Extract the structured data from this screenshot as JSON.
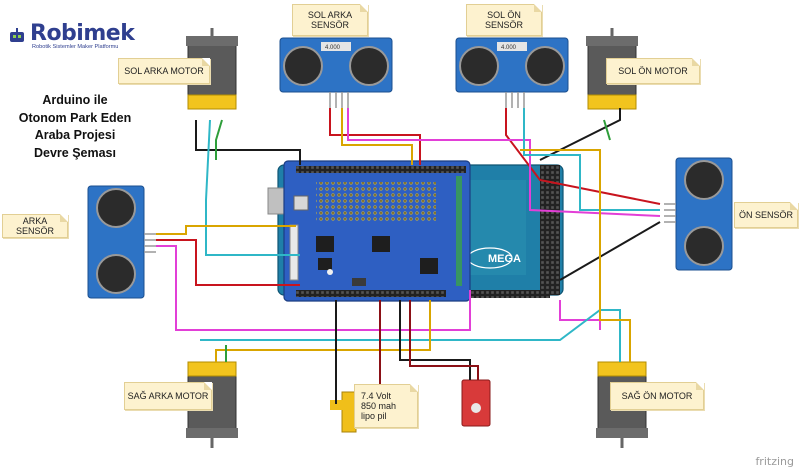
{
  "brand": {
    "name": "Robimek",
    "tagline": "Robotik Sistemler Maker Platformu"
  },
  "title_lines": [
    "Arduino ile",
    "Otonom Park Eden",
    "Araba Projesi",
    "Devre Şeması"
  ],
  "labels": {
    "sol_arka_sensor": "SOL ARKA\nSENSÖR",
    "sol_on_sensor": "SOL ÖN\nSENSÖR",
    "sol_arka_motor": "SOL ARKA MOTOR",
    "sol_on_motor": "SOL ÖN MOTOR",
    "arka_sensor": "ARKA SENSÖR",
    "on_sensor": "ÖN SENSÖR",
    "sag_arka_motor": "SAĞ ARKA MOTOR",
    "sag_on_motor": "SAĞ ÖN MOTOR"
  },
  "battery": {
    "line1": "7.4 Volt",
    "line2": "850 mah",
    "line3": "lipo pil"
  },
  "board": {
    "mega_label": "MEGA",
    "chip_text": "4.000"
  },
  "watermark": "fritzing",
  "colors": {
    "board_blue": "#2f6fbd",
    "shield_blue": "#2e5fc2",
    "sensor_blue": "#2d73c5",
    "motor_yellow": "#f2c41e",
    "wire_black": "#1a1a1a",
    "wire_red": "#c8141e",
    "wire_magenta": "#e23fd7",
    "wire_cyan": "#2fb7c7",
    "wire_yellow": "#d9a500",
    "wire_green": "#2e9e3a",
    "wire_darkred": "#8b1016"
  }
}
